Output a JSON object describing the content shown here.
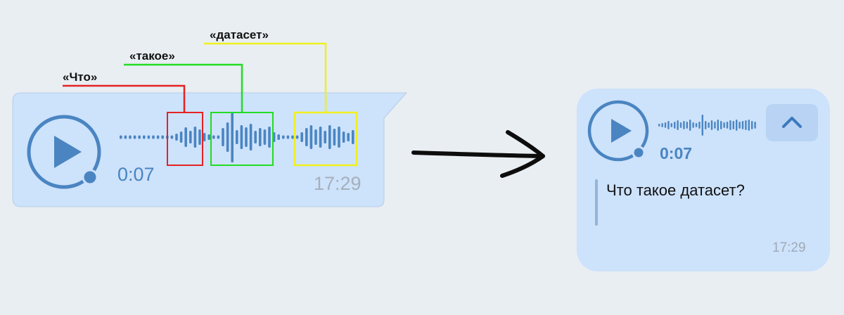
{
  "labels": {
    "what": "«Что»",
    "such": "«такое»",
    "dataset": "«датасет»"
  },
  "left_message": {
    "duration": "0:07",
    "time": "17:29"
  },
  "right_message": {
    "duration": "0:07",
    "transcript": "Что такое датасет?",
    "time": "17:29"
  },
  "icons": [
    "play-icon",
    "chevron-up-icon",
    "arrow-right-icon"
  ],
  "colors": {
    "bubble": "#cde2fb",
    "accent": "#4a85c2",
    "highlight_what": "#e52222",
    "highlight_such": "#22dd22",
    "highlight_dataset": "#f0f01e"
  }
}
